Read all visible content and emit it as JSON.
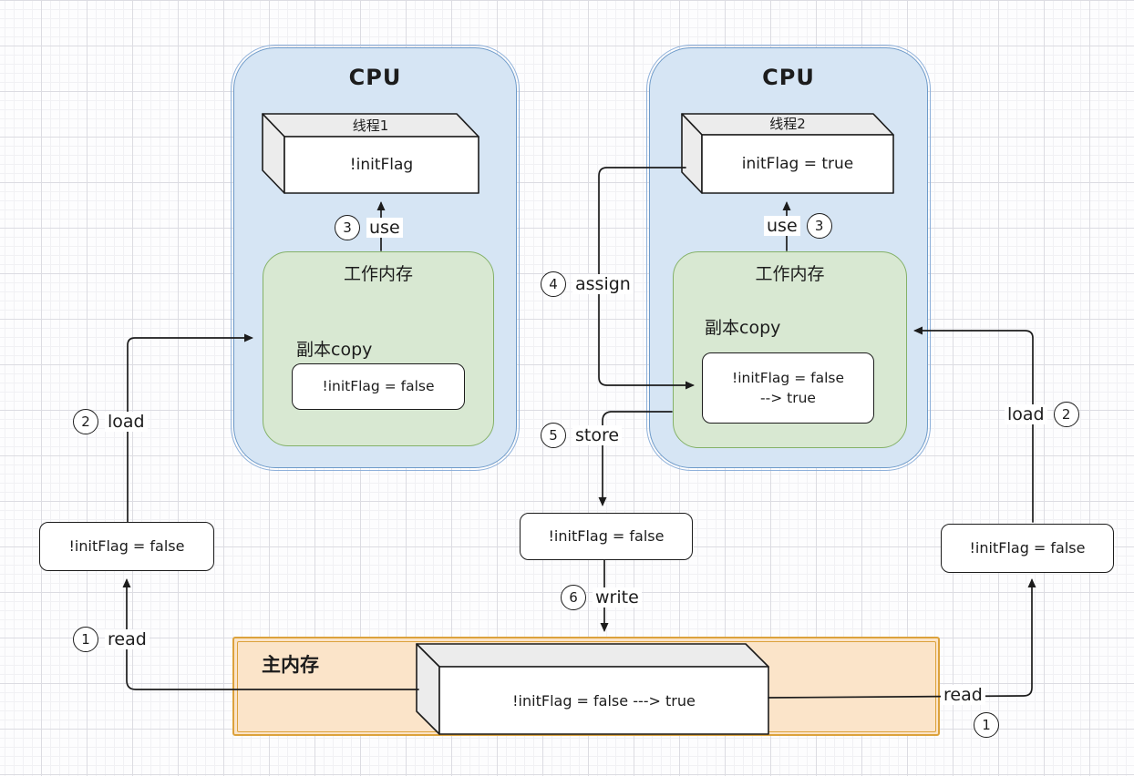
{
  "colors": {
    "cpu_fill": "#d6e5f4",
    "cpu_stroke": "#6d9ac9",
    "working_memory_fill": "#d8e8d2",
    "working_memory_stroke": "#84b168",
    "main_memory_fill": "#fbe4c9",
    "main_memory_stroke": "#dca23c",
    "ink": "#1c1c1c"
  },
  "cpu_left": {
    "title": "CPU",
    "thread_label": "线程1",
    "thread_value": "!initFlag",
    "wm_title": "工作内存",
    "copy_label": "副本copy",
    "copy_value": "!initFlag = false"
  },
  "cpu_right": {
    "title": "CPU",
    "thread_label": "线程2",
    "thread_value": "initFlag = true",
    "wm_title": "工作内存",
    "copy_label": "副本copy",
    "copy_value_line1": "!initFlag = false",
    "copy_value_line2": "--> true"
  },
  "main_memory": {
    "title": "主内存",
    "value": "!initFlag = false ---> true"
  },
  "buffers": {
    "left": "!initFlag = false",
    "middle": "!initFlag = false",
    "right": "!initFlag = false"
  },
  "steps": {
    "read_left": {
      "num": "1",
      "label": "read"
    },
    "load_left": {
      "num": "2",
      "label": "load"
    },
    "use_left": {
      "num": "3",
      "label": "use"
    },
    "use_right": {
      "num": "3",
      "label": "use"
    },
    "assign": {
      "num": "4",
      "label": "assign"
    },
    "store": {
      "num": "5",
      "label": "store"
    },
    "write": {
      "num": "6",
      "label": "write"
    },
    "load_right": {
      "num": "2",
      "label": "load"
    },
    "read_right": {
      "num": "1",
      "label": "read"
    }
  }
}
